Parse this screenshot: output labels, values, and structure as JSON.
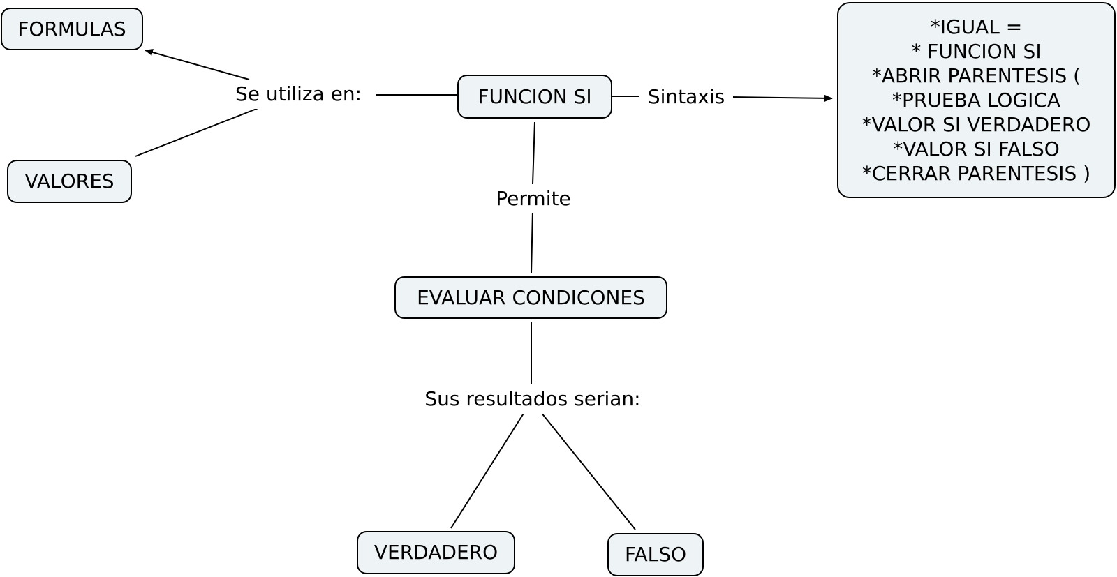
{
  "concept_map": {
    "nodes": {
      "formulas": "FORMULAS",
      "valores": "VALORES",
      "funcion_si": "FUNCION SI",
      "evaluar": "EVALUAR CONDICONES",
      "verdadero": "VERDADERO",
      "falso": "FALSO"
    },
    "link_labels": {
      "se_utiliza": "Se utiliza en:",
      "sintaxis": "Sintaxis",
      "permite": "Permite",
      "resultados": "Sus resultados serian:"
    },
    "syntax_lines": [
      "*IGUAL =",
      "* FUNCION SI",
      "*ABRIR PARENTESIS (",
      "*PRUEBA LOGICA",
      "*VALOR SI VERDADERO",
      "*VALOR SI FALSO",
      "*CERRAR PARENTESIS )"
    ]
  }
}
